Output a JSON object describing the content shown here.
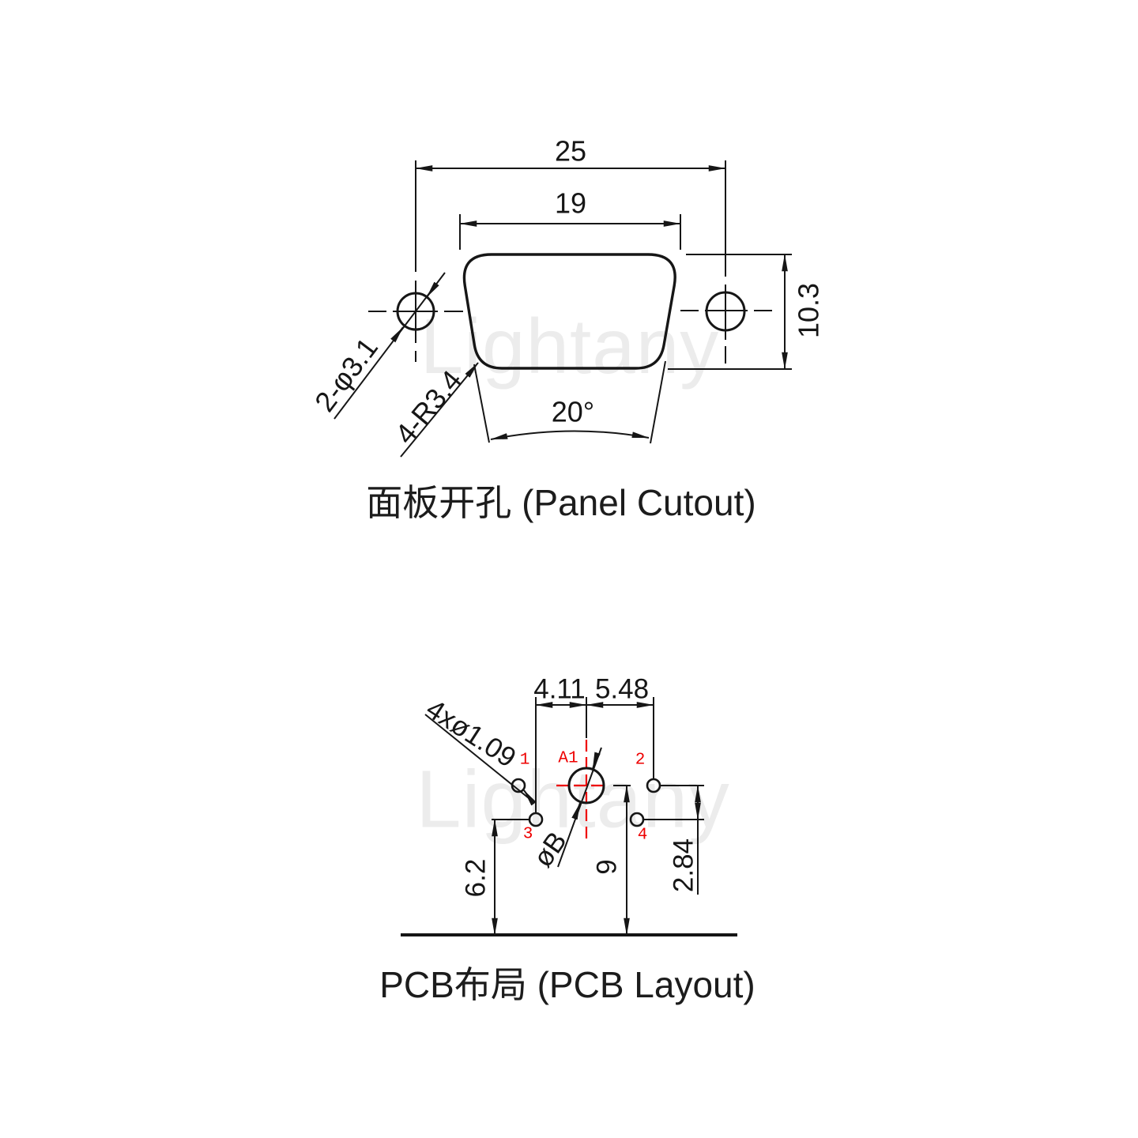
{
  "watermark": {
    "text": "Lightany",
    "color": "#ececec"
  },
  "panel_cutout": {
    "title": "面板开孔 (Panel Cutout)",
    "dim_overall_width": "25",
    "dim_opening_width": "19",
    "dim_height": "10.3",
    "label_mount_holes": "2-φ3.1",
    "label_corner_radius": "4-R3.4",
    "dim_side_angle": "20°"
  },
  "pcb_layout": {
    "title": "PCB布局 (PCB Layout)",
    "dim_left_pitch": "4.11",
    "dim_right_pitch": "5.48",
    "label_pin_holes": "4xø1.09",
    "label_center_hole": "øB",
    "dim_left_height": "6.2",
    "dim_center_height": "9",
    "dim_row_offset": "2.84",
    "center_pin_label": "A1",
    "pin_labels": {
      "p1": "1",
      "p2": "2",
      "p3": "3",
      "p4": "4"
    },
    "pin_label_color": "#ee0000"
  },
  "colors": {
    "line": "#161616",
    "red": "#ee0000",
    "watermark": "#ececec",
    "background": "#ffffff"
  }
}
